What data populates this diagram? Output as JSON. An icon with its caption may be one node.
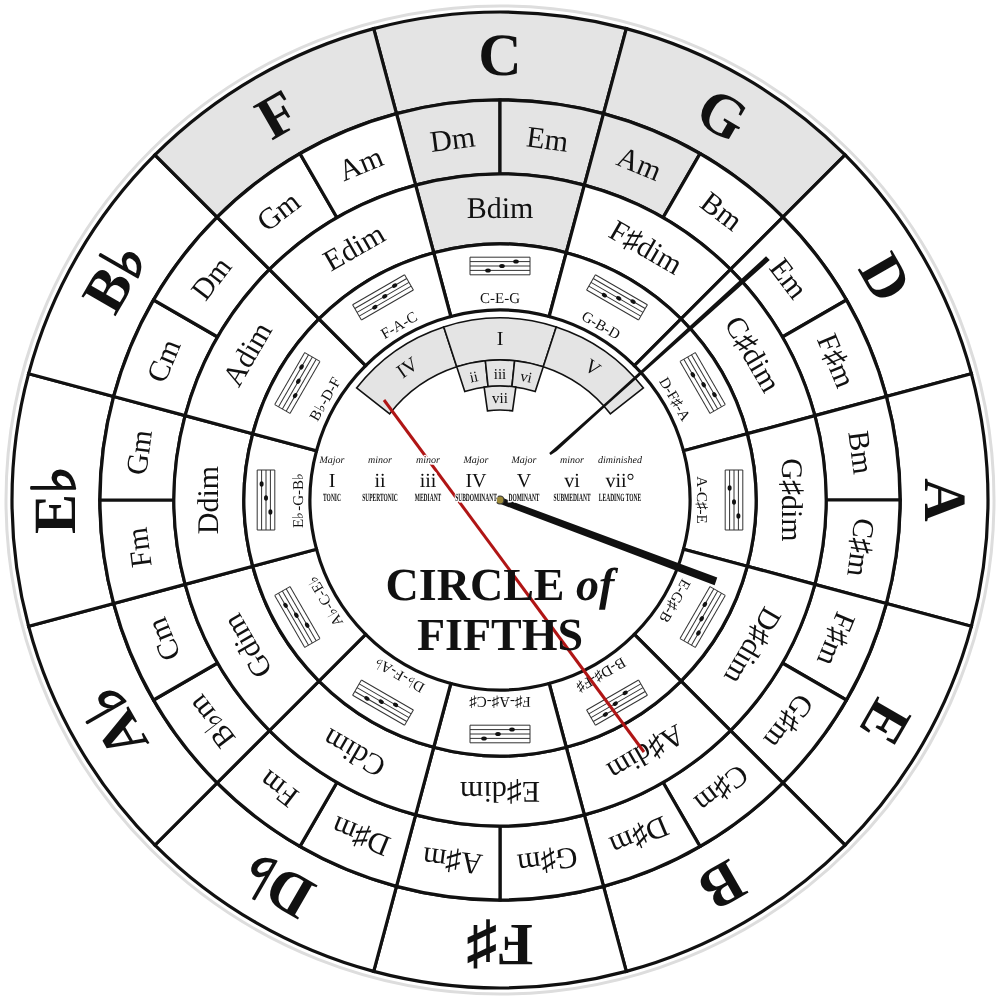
{
  "diagram": {
    "title": "CIRCLE *of* FIFTHS",
    "nodes": [
      {
        "text": [
          "C"
        ]
      },
      {
        "text": [
          "G"
        ]
      },
      {
        "text": [
          "D"
        ]
      },
      {
        "text": [
          "A"
        ]
      },
      {
        "text": [
          "E"
        ]
      },
      {
        "text": [
          "B"
        ]
      },
      {
        "text": [
          "F♯"
        ]
      },
      {
        "text": [
          "D♭"
        ]
      },
      {
        "text": [
          "A♭"
        ]
      },
      {
        "text": [
          "E♭"
        ]
      },
      {
        "text": [
          "B♭"
        ]
      },
      {
        "text": [
          "F"
        ]
      },
      {
        "text": [
          "Dm"
        ]
      },
      {
        "text": [
          "Em"
        ]
      },
      {
        "text": [
          "Am"
        ]
      },
      {
        "text": [
          "Bm"
        ]
      },
      {
        "text": [
          "Em"
        ]
      },
      {
        "text": [
          "F♯m"
        ]
      },
      {
        "text": [
          "Bm"
        ]
      },
      {
        "text": [
          "C♯m"
        ]
      },
      {
        "text": [
          "F♯m"
        ]
      },
      {
        "text": [
          "G♯m"
        ]
      },
      {
        "text": [
          "C♯m"
        ]
      },
      {
        "text": [
          "D♯m"
        ]
      },
      {
        "text": [
          "G♯m"
        ]
      },
      {
        "text": [
          "A♯m"
        ]
      },
      {
        "text": [
          "D♯m"
        ]
      },
      {
        "text": [
          "Fm"
        ]
      },
      {
        "text": [
          "B♭m"
        ]
      },
      {
        "text": [
          "Cm"
        ]
      },
      {
        "text": [
          "Fm"
        ]
      },
      {
        "text": [
          "Gm"
        ]
      },
      {
        "text": [
          "Cm"
        ]
      },
      {
        "text": [
          "Dm"
        ]
      },
      {
        "text": [
          "Gm"
        ]
      },
      {
        "text": [
          "Am"
        ]
      },
      {
        "text": [
          "Bdim"
        ]
      },
      {
        "text": [
          "F♯dim"
        ]
      },
      {
        "text": [
          "C♯dim"
        ]
      },
      {
        "text": [
          "G♯dim"
        ]
      },
      {
        "text": [
          "D♯dim"
        ]
      },
      {
        "text": [
          "A♯dim"
        ]
      },
      {
        "text": [
          "E♯dim"
        ]
      },
      {
        "text": [
          "Cdim"
        ]
      },
      {
        "text": [
          "Gdim"
        ]
      },
      {
        "text": [
          "Ddim"
        ]
      },
      {
        "text": [
          "Adim"
        ]
      },
      {
        "text": [
          "Edim"
        ]
      },
      {
        "text": [
          "C-E-G"
        ]
      },
      {
        "text": [
          "G-B-D"
        ]
      },
      {
        "text": [
          "D-F♯-A"
        ]
      },
      {
        "text": [
          "A-C♯-E"
        ]
      },
      {
        "text": [
          "E-G♯-B"
        ]
      },
      {
        "text": [
          "B-D♯-F♯"
        ]
      },
      {
        "text": [
          "F♯-A♯-C♯"
        ]
      },
      {
        "text": [
          "D♭-F-A♭"
        ]
      },
      {
        "text": [
          "A♭-C-E♭"
        ]
      },
      {
        "text": [
          "E♭-G-B♭"
        ]
      },
      {
        "text": [
          "B♭-D-F"
        ]
      },
      {
        "text": [
          "F-A-C"
        ]
      },
      {
        "text": [
          "IV"
        ]
      },
      {
        "text": [
          "I"
        ]
      },
      {
        "text": [
          "V"
        ]
      },
      {
        "text": [
          "ii"
        ]
      },
      {
        "text": [
          "iii"
        ]
      },
      {
        "text": [
          "vi"
        ]
      },
      {
        "text": [
          "vii"
        ]
      }
    ],
    "labels": [
      "Major",
      "minor",
      "minor",
      "Major",
      "Major",
      "minor",
      "diminished",
      "I",
      "ii",
      "iii",
      "IV",
      "V",
      "vi",
      "vii°",
      "TONIC",
      "SUPERTONIC",
      "MEDIANT",
      "SUBDOMINANT",
      "DOMINANT",
      "SUBMEDIANT",
      "LEADING TONE"
    ]
  }
}
